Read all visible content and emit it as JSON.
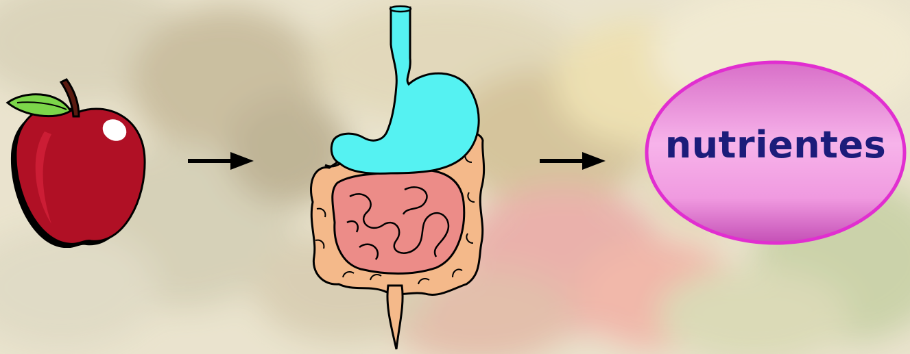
{
  "diagram": {
    "background": {
      "description_icon": "blurred-vegetables-photo",
      "colors": [
        "#e7e0c4",
        "#c9b98c",
        "#b6a36f",
        "#d8c9a0",
        "#e99a92",
        "#9fb27a"
      ]
    },
    "nodes": [
      {
        "id": "apple",
        "icon": "apple-icon",
        "colors": {
          "body": "#b01025",
          "leaf": "#7cd64a",
          "stem": "#5a1a10"
        }
      },
      {
        "id": "digestive-system",
        "icon": "digestive-system-icon",
        "colors": {
          "stomach": "#55f2f2",
          "large_intestine": "#f4b98a",
          "small_intestine": "#ec8c88"
        }
      },
      {
        "id": "nutrients",
        "label": "nutrientes",
        "colors": {
          "fill": "#f3a2e6",
          "border": "#e12ed0",
          "text": "#1c1c7a"
        }
      }
    ],
    "edges": [
      {
        "from": "apple",
        "to": "digestive-system",
        "icon": "arrow-right-icon"
      },
      {
        "from": "digestive-system",
        "to": "nutrients",
        "icon": "arrow-right-icon"
      }
    ]
  }
}
